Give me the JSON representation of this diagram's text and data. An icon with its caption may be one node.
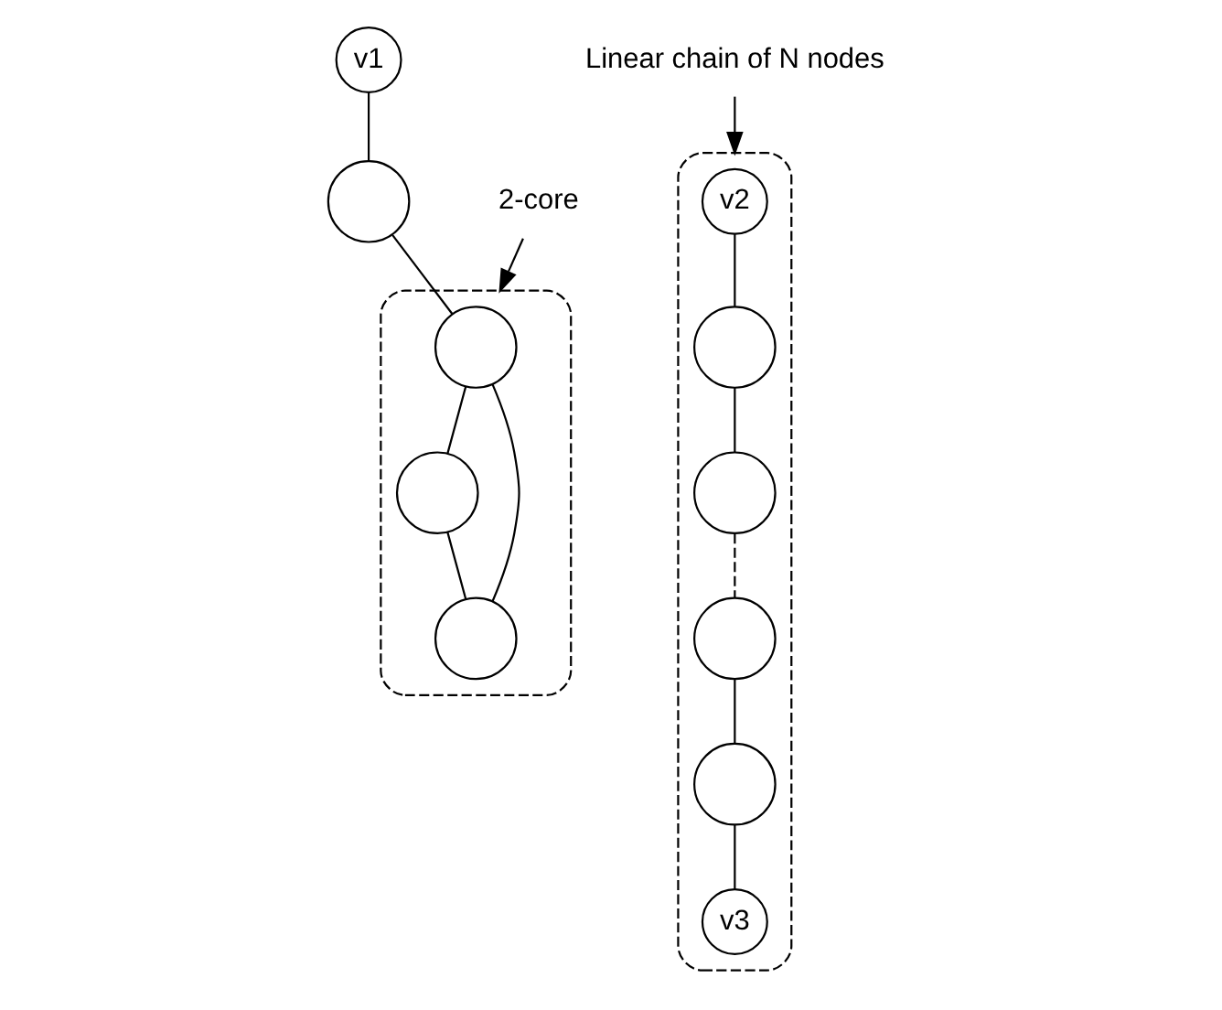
{
  "diagram": {
    "nodes": [
      {
        "text": [
          "v1"
        ]
      },
      {
        "text": [],
        "shape": "circle"
      },
      {
        "text": [],
        "shape": "ellipse"
      },
      {
        "text": [],
        "shape": "circle",
        "in": 2
      },
      {
        "text": [],
        "shape": "circle",
        "in": 2
      },
      {
        "text": [],
        "shape": "circle",
        "in": 2
      },
      {
        "text": [
          "2-core"
        ]
      },
      {
        "text": [],
        "shape": "ellipse"
      },
      {
        "text": [
          "v2"
        ],
        "in": 7
      },
      {
        "text": [],
        "shape": "circle",
        "in": 7
      },
      {
        "text": [],
        "shape": "circle",
        "in": 7
      },
      {
        "text": [],
        "shape": "circle",
        "in": 7
      },
      {
        "text": [],
        "shape": "circle",
        "in": 7
      },
      {
        "text": [
          "v3"
        ],
        "in": 7
      },
      {
        "text": [
          "Linear chain of N nodes"
        ]
      }
    ],
    "edges": [
      {
        "from": 0,
        "to": 1,
        "arrow": "none"
      },
      {
        "from": 1,
        "to": 3,
        "arrow": "none"
      },
      {
        "from": 3,
        "to": 4,
        "arrow": "none"
      },
      {
        "from": 3,
        "to": 5,
        "arrow": "none"
      },
      {
        "from": 4,
        "to": 5,
        "arrow": "none"
      },
      {
        "from": 6,
        "to": 2,
        "arrow": "to"
      },
      {
        "from": 8,
        "to": 9,
        "arrow": "none"
      },
      {
        "from": 9,
        "to": 10,
        "arrow": "none"
      },
      {
        "from": 10,
        "to": 11,
        "arrow": "none",
        "style": "dashed"
      },
      {
        "from": 11,
        "to": 12,
        "arrow": "none"
      },
      {
        "from": 12,
        "to": 13,
        "arrow": "none"
      },
      {
        "from": 14,
        "to": 7,
        "arrow": "to"
      }
    ]
  }
}
